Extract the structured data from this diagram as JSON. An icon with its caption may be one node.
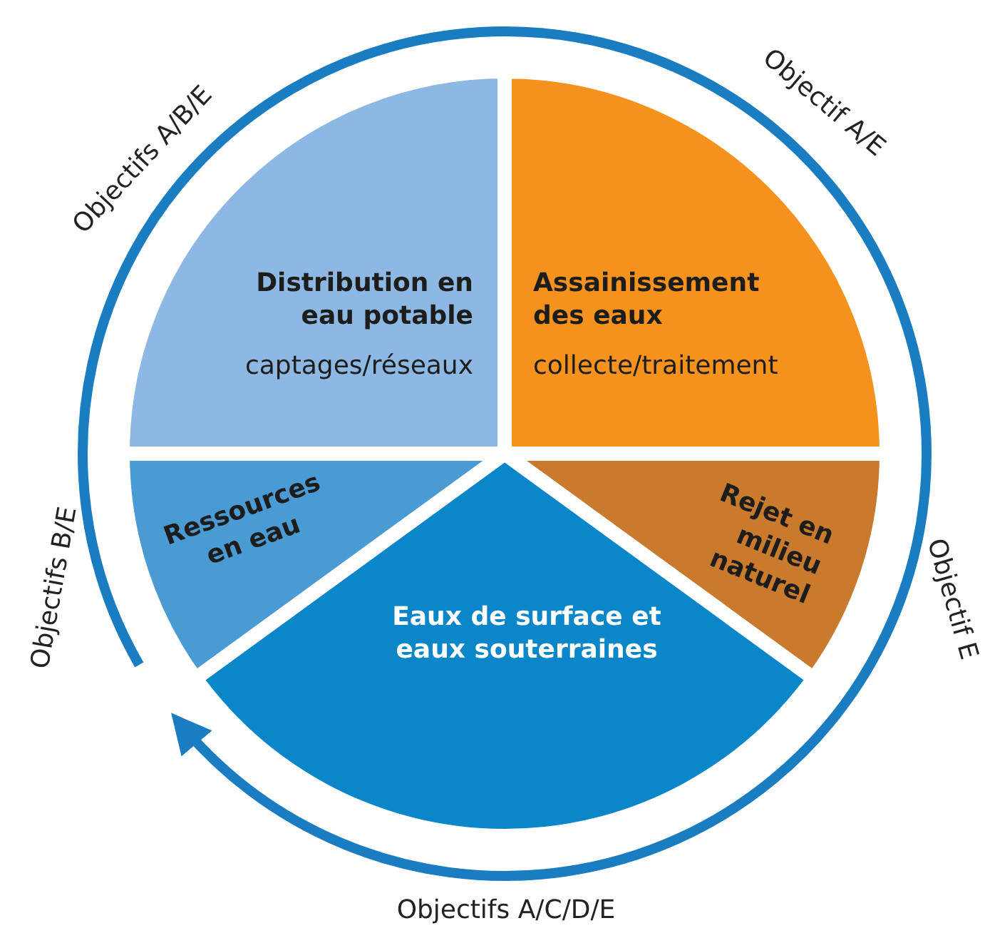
{
  "diagram": {
    "nodes": [
      {
        "text": [
          "Distribution en eau potable",
          "captages/réseaux"
        ]
      },
      {
        "text": [
          "Assainissement des eaux",
          "collecte/traitement"
        ]
      },
      {
        "text": [
          "Rejet en milieu naturel"
        ]
      },
      {
        "text": [
          "Eaux de surface et eaux souterraines"
        ]
      },
      {
        "text": [
          "Ressources en eau"
        ]
      }
    ],
    "labels": [
      "Objectifs A/B/E",
      "Objectif A/E",
      "Objectif E",
      "Objectifs A/C/D/E",
      "Objectifs B/E"
    ]
  }
}
